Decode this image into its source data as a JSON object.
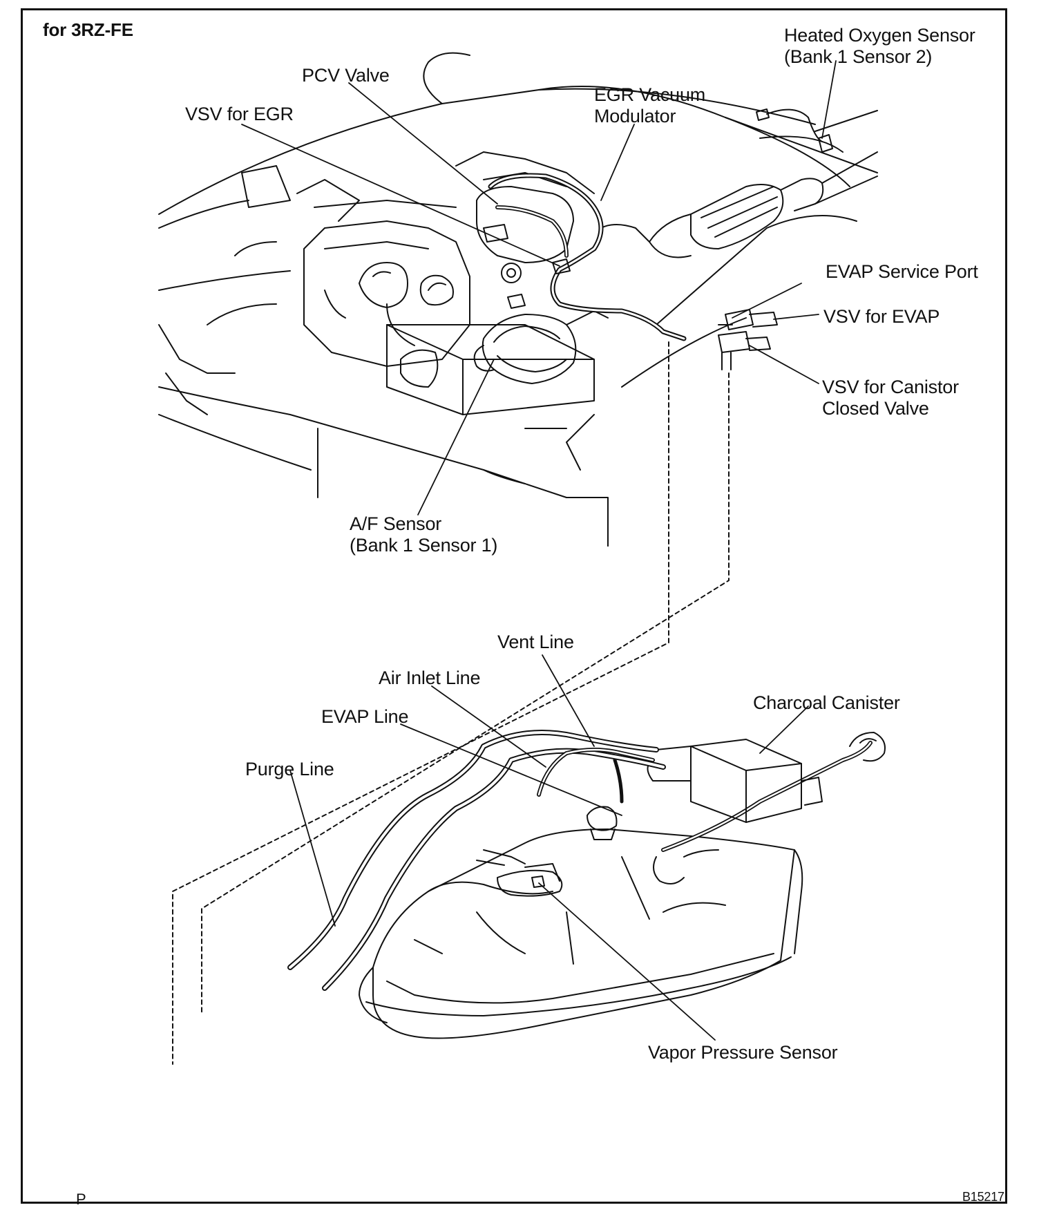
{
  "header": {
    "engine": "for 3RZ-FE"
  },
  "footer": {
    "left_mark": "P",
    "figure_id": "B15217"
  },
  "labels": {
    "heated_o2": {
      "line1": "Heated Oxygen Sensor",
      "line2": "(Bank 1 Sensor 2)"
    },
    "pcv_valve": "PCV Valve",
    "egr_modulator": {
      "line1": "EGR Vacuum",
      "line2": "Modulator"
    },
    "vsv_egr": "VSV for EGR",
    "evap_service_port": "EVAP Service Port",
    "vsv_evap": "VSV for EVAP",
    "vsv_canister": {
      "line1": "VSV for Canistor",
      "line2": "Closed Valve"
    },
    "af_sensor": {
      "line1": "A/F Sensor",
      "line2": "(Bank 1 Sensor 1)"
    },
    "vent_line": "Vent Line",
    "air_inlet_line": "Air Inlet Line",
    "evap_line": "EVAP Line",
    "purge_line": "Purge Line",
    "charcoal_canister": "Charcoal Canister",
    "vapor_pressure_sensor": "Vapor Pressure Sensor"
  },
  "colors": {
    "ink": "#111111",
    "paper": "#ffffff"
  }
}
